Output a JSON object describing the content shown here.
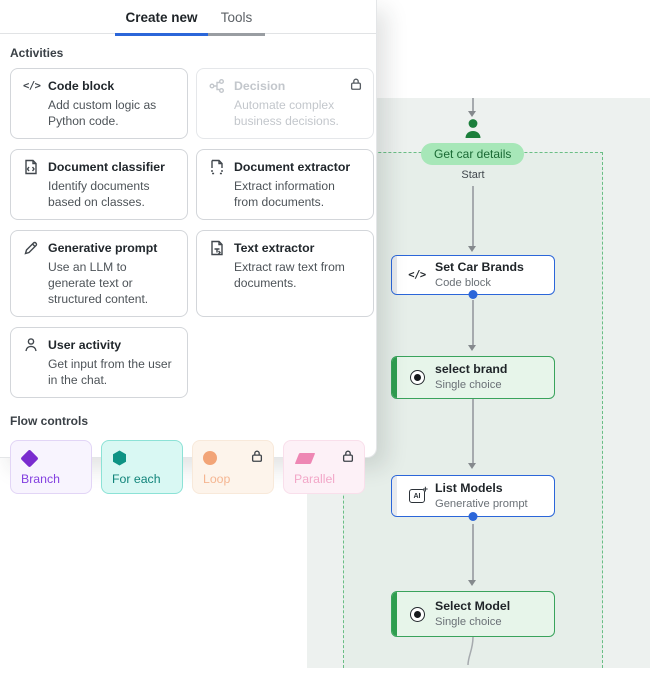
{
  "panel": {
    "tabs": [
      {
        "label": "Create new",
        "active": true
      },
      {
        "label": "Tools",
        "active": false
      }
    ],
    "activities_title": "Activities",
    "activities": [
      {
        "title": "Code block",
        "description": "Add custom logic as Python code.",
        "icon": "code-icon",
        "locked": false
      },
      {
        "title": "Decision",
        "description": "Automate complex business decisions.",
        "icon": "decision-icon",
        "locked": true
      },
      {
        "title": "Document classifier",
        "description": "Identify documents based on classes.",
        "icon": "document-classifier-icon",
        "locked": false
      },
      {
        "title": "Document extractor",
        "description": "Extract information from documents.",
        "icon": "document-extractor-icon",
        "locked": false
      },
      {
        "title": "Generative prompt",
        "description": "Use an LLM to generate text or structured content.",
        "icon": "generative-prompt-icon",
        "locked": false
      },
      {
        "title": "Text extractor",
        "description": "Extract raw text from documents.",
        "icon": "text-extractor-icon",
        "locked": false
      },
      {
        "title": "User activity",
        "description": "Get input from the user in the chat.",
        "icon": "user-icon",
        "locked": false
      }
    ],
    "flow_controls_title": "Flow controls",
    "flow_controls": [
      {
        "label": "Branch",
        "icon": "diamond-shape",
        "color": "#7a2ccf",
        "locked": false
      },
      {
        "label": "For each",
        "icon": "hexagon-shape",
        "color": "#0e9384",
        "locked": false
      },
      {
        "label": "Loop",
        "icon": "circle-shape",
        "color": "#f2a477",
        "locked": true
      },
      {
        "label": "Parallel",
        "icon": "parallelogram-shape",
        "color": "#ee87b4",
        "locked": true
      }
    ]
  },
  "canvas": {
    "trigger_pill": "Get car details",
    "start_label": "Start",
    "nodes": [
      {
        "title": "Set Car Brands",
        "subtitle": "Code block",
        "type": "code",
        "icon": "code-icon"
      },
      {
        "title": "select brand",
        "subtitle": "Single choice",
        "type": "choice",
        "icon": "radio-icon"
      },
      {
        "title": "List Models",
        "subtitle": "Generative prompt",
        "type": "generative",
        "icon": "ai-icon"
      },
      {
        "title": "Select Model",
        "subtitle": "Single choice",
        "type": "choice",
        "icon": "radio-icon"
      }
    ],
    "ai_icon_text": "AI",
    "code_glyph": "</>"
  },
  "colors": {
    "accent_blue": "#2b66d9",
    "node_green_border": "#3aa35c",
    "node_green_bg": "#e7f5ea",
    "green_accent": "#2f9e4f",
    "pill_bg": "#a7e7b8",
    "pill_text": "#1a6a34",
    "person_green": "#1b7f3b",
    "group_dashed": "#6abe85",
    "canvas_bg": "#edf1ef",
    "branch_purple": "#7a2ccf",
    "foreach_teal": "#0e9384",
    "loop_orange": "#f2a477",
    "parallel_pink": "#ee87b4",
    "edge_gray": "#a6aaae"
  }
}
